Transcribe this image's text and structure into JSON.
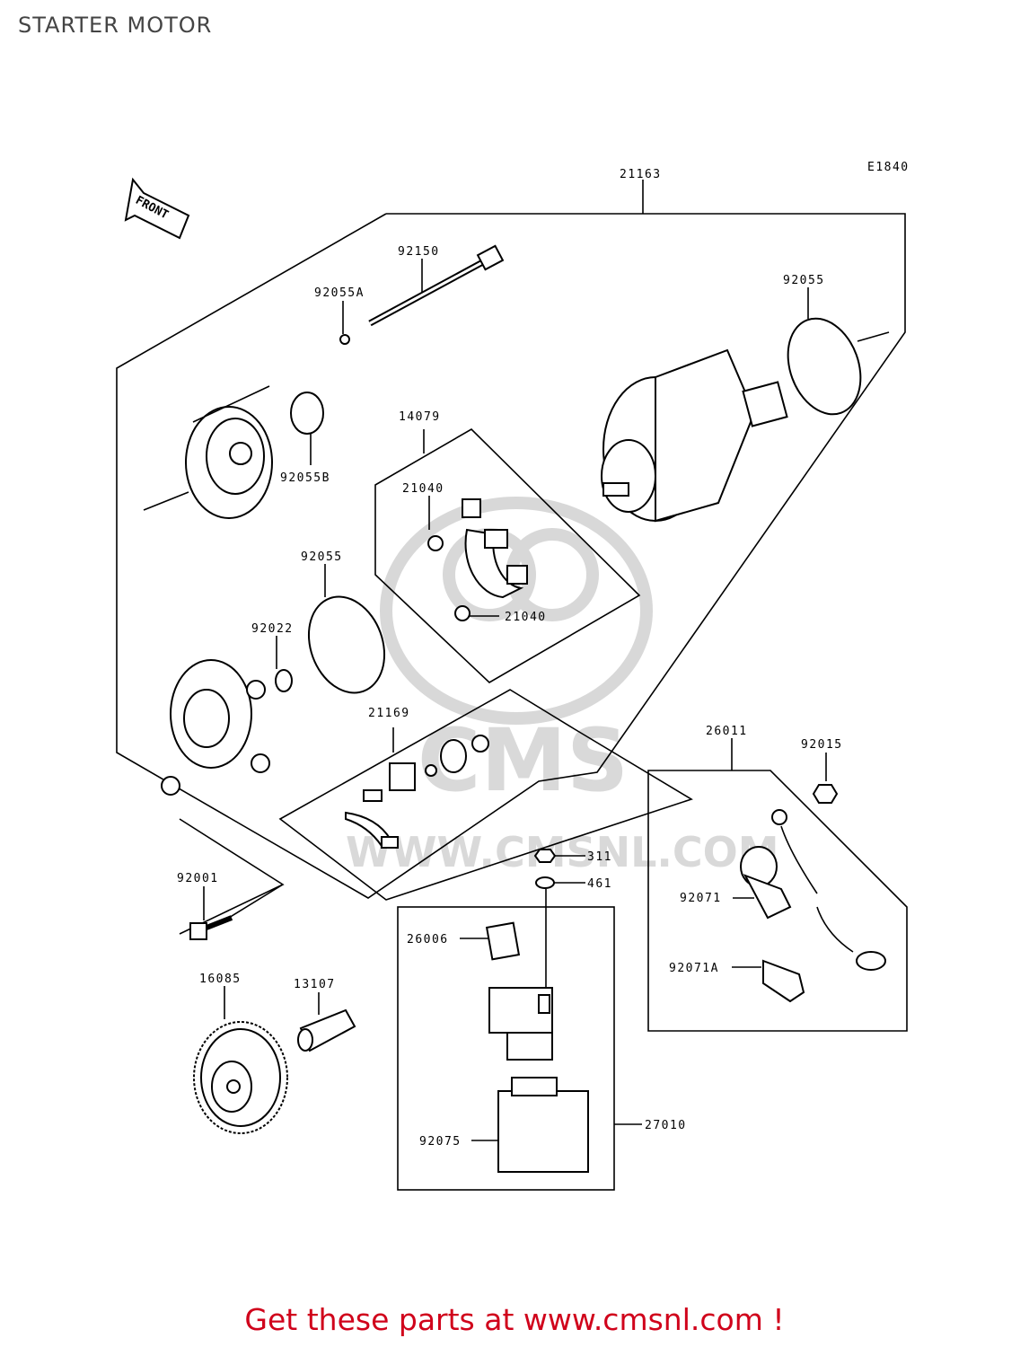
{
  "page": {
    "title": "STARTER MOTOR",
    "cta": "Get these parts at www.cmsnl.com !"
  },
  "diagram": {
    "ref_code": "E1840",
    "front_label": "FRONT",
    "watermark": {
      "brand": "CMS",
      "url": "WWW.CMSNL.COM"
    },
    "parts": {
      "p21163": "21163",
      "p92150": "92150",
      "p92055A": "92055A",
      "p92055_top": "92055",
      "p92055B": "92055B",
      "p14079": "14079",
      "p21040_a": "21040",
      "p21040_b": "21040",
      "p92055_mid": "92055",
      "p92022": "92022",
      "p21169": "21169",
      "p26011": "26011",
      "p92015": "92015",
      "p311": "311",
      "p461": "461",
      "p92001": "92001",
      "p26006": "26006",
      "p92071": "92071",
      "p92071A": "92071A",
      "p16085": "16085",
      "p13107": "13107",
      "p27010": "27010",
      "p92075": "92075"
    }
  },
  "colors": {
    "cta": "#d0021b",
    "line": "#000000",
    "watermark": "#d9d9d9"
  }
}
